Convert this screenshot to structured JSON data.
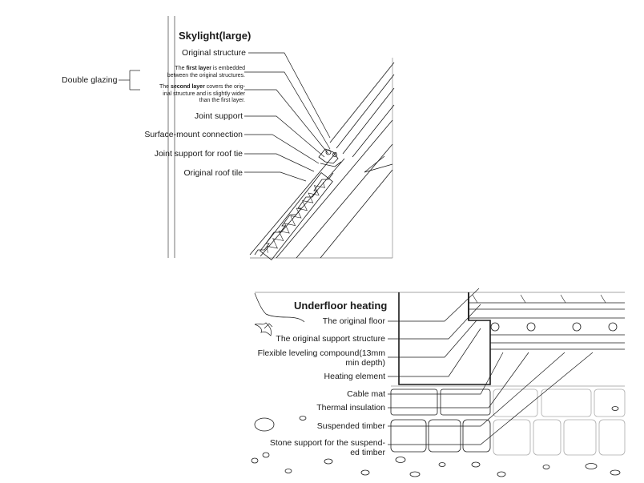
{
  "skylight": {
    "title": "Skylight(large)",
    "original_structure": "Original structure",
    "double_glazing": "Double glazing",
    "first_layer": {
      "pre": "The ",
      "bold": "first layer",
      "line1_rest": " is embedded",
      "line2": "between the original structures."
    },
    "second_layer": {
      "pre": "The ",
      "bold": "second layer",
      "line1_rest": " covers the orig-",
      "line2": "inal structure and is slightly wider",
      "line3": "than the first layer."
    },
    "joint_support": "Joint support",
    "surface_mount": "Surface-mount connection",
    "joint_support_roof_tie": "Joint support for roof tie",
    "original_roof_tile": "Original roof tile"
  },
  "underfloor": {
    "title": "Underfloor heating",
    "original_floor": "The original floor",
    "original_support": "The original support structure",
    "flexible_line1": "Flexible leveling compound(13mm",
    "flexible_line2": "min depth)",
    "heating_element": "Heating element",
    "cable_mat": "Cable mat",
    "thermal_insulation": "Thermal insulation",
    "suspended_timber": "Suspended timber",
    "stone_support_line1": "Stone support for the suspend-",
    "stone_support_line2": "ed timber"
  }
}
